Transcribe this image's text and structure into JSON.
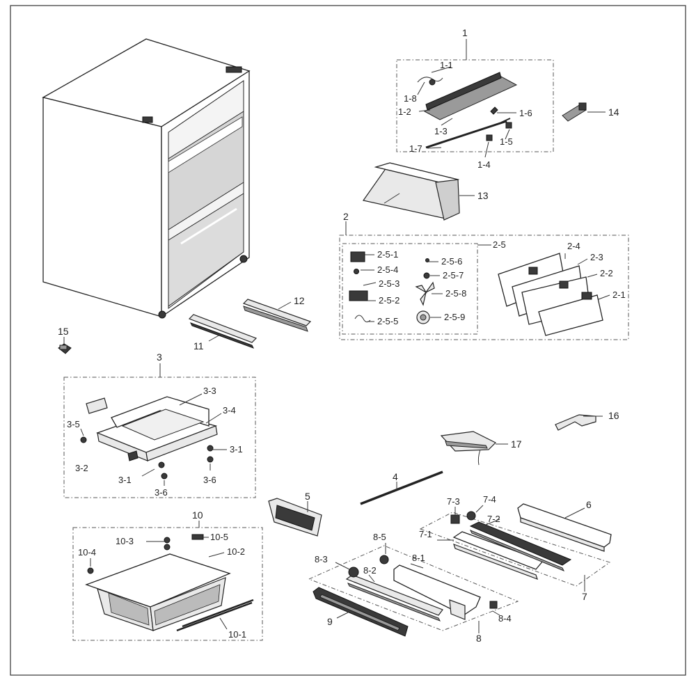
{
  "labels": {
    "l1": "1",
    "l1_1": "1-1",
    "l1_2": "1-2",
    "l1_3": "1-3",
    "l1_4": "1-4",
    "l1_5": "1-5",
    "l1_6": "1-6",
    "l1_7": "1-7",
    "l1_8": "1-8",
    "l2": "2",
    "l2_1": "2-1",
    "l2_2": "2-2",
    "l2_3": "2-3",
    "l2_4": "2-4",
    "l2_5": "2-5",
    "l2_5_1": "2-5-1",
    "l2_5_2": "2-5-2",
    "l2_5_3": "2-5-3",
    "l2_5_4": "2-5-4",
    "l2_5_5": "2-5-5",
    "l2_5_6": "2-5-6",
    "l2_5_7": "2-5-7",
    "l2_5_8": "2-5-8",
    "l2_5_9": "2-5-9",
    "l3": "3",
    "l3_1a": "3-1",
    "l3_1b": "3-1",
    "l3_2": "3-2",
    "l3_3": "3-3",
    "l3_4": "3-4",
    "l3_5": "3-5",
    "l3_6a": "3-6",
    "l3_6b": "3-6",
    "l4": "4",
    "l5": "5",
    "l6": "6",
    "l7": "7",
    "l7_1": "7-1",
    "l7_2": "7-2",
    "l7_3": "7-3",
    "l7_4": "7-4",
    "l8": "8",
    "l8_1": "8-1",
    "l8_2": "8-2",
    "l8_3": "8-3",
    "l8_4": "8-4",
    "l8_5": "8-5",
    "l9": "9",
    "l10": "10",
    "l10_1": "10-1",
    "l10_2": "10-2",
    "l10_3": "10-3",
    "l10_4": "10-4",
    "l10_5": "10-5",
    "l11": "11",
    "l12": "12",
    "l13": "13",
    "l14": "14",
    "l15": "15",
    "l16": "16",
    "l17": "17"
  }
}
